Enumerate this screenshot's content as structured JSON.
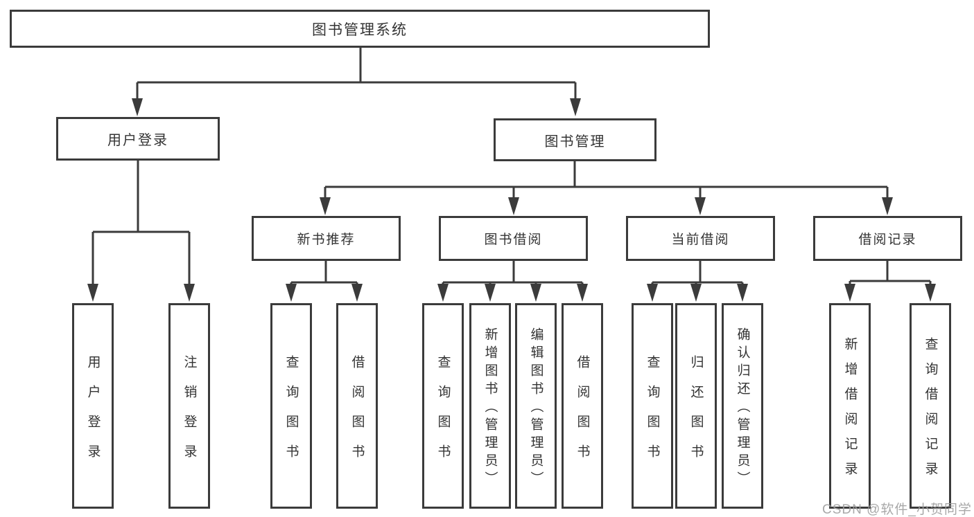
{
  "tree": {
    "root": {
      "label": "图书管理系统"
    },
    "branches": [
      {
        "label": "用户登录",
        "leaves": [
          "用户登录",
          "注销登录"
        ]
      },
      {
        "label": "图书管理",
        "groups": [
          {
            "label": "新书推荐",
            "leaves": [
              "查询图书",
              "借阅图书"
            ]
          },
          {
            "label": "图书借阅",
            "leaves": [
              "查询图书",
              "新增图书（管理员）",
              "编辑图书（管理员）",
              "借阅图书"
            ]
          },
          {
            "label": "当前借阅",
            "leaves": [
              "查询图书",
              "归还图书",
              "确认归还（管理员）"
            ]
          },
          {
            "label": "借阅记录",
            "leaves": [
              "新增借阅记录",
              "查询借阅记录"
            ]
          }
        ]
      }
    ]
  },
  "watermark": "CSDN @软件_小贺同学",
  "colors": {
    "line": "#3b3b3b",
    "text": "#333333",
    "background": "#ffffff",
    "watermark": "#9e9e9e"
  }
}
